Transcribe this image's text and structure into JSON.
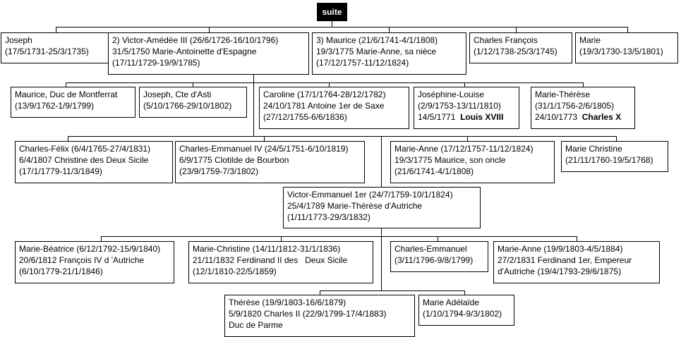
{
  "header": {
    "label": "suite"
  },
  "boxes": {
    "joseph": {
      "lines": [
        "Joseph",
        "(17/5/1731-25/3/1735)"
      ]
    },
    "victor_amedee_iii": {
      "lines": [
        "2) Victor-Amédée III (26/6/1726-16/10/1796)",
        "31/5/1750 Marie-Antoinette d'Espagne",
        "(17/11/1729-19/9/1785)"
      ]
    },
    "maurice_3": {
      "lines": [
        "3) Maurice (21/6/1741-4/1/1808)",
        "19/3/1775 Marie-Anne, sa nièce",
        "(17/12/1757-11/12/1824)"
      ]
    },
    "charles_francois": {
      "lines": [
        "Charles François",
        "(1/12/1738-25/3/1745)"
      ]
    },
    "marie_1730": {
      "lines": [
        "Marie",
        "(19/3/1730-13/5/1801)"
      ]
    },
    "maurice_montferrat": {
      "lines": [
        "Maurice, Duc de Montferrat",
        "(13/9/1762-1/9/1799)"
      ]
    },
    "joseph_asti": {
      "lines": [
        "Joseph, Cte d'Asti",
        "(5/10/1766-29/10/1802)"
      ]
    },
    "caroline": {
      "lines": [
        "Caroline (17/1/1764-28/12/1782)",
        "24/10/1781 Antoine 1er de Saxe",
        "(27/12/1755-6/6/1836)"
      ]
    },
    "josephine_louise": {
      "lines": [
        "Joséphine-Louise",
        "(2/9/1753-13/11/1810)"
      ],
      "marriage_date": "14/5/1771",
      "spouse": "Louis XVIII"
    },
    "marie_therese_1756": {
      "lines": [
        "Marie-Thérèse",
        "(31/1/1756-2/6/1805)"
      ],
      "marriage_date": "24/10/1773",
      "spouse": "Charles X"
    },
    "charles_felix": {
      "lines": [
        "Charles-Félix (6/4/1765-27/4/1831)",
        "6/4/1807 Christine des Deux Sicile",
        "(17/1/1779-11/3/1849)"
      ]
    },
    "charles_emmanuel_iv": {
      "lines": [
        "Charles-Emmanuel IV (24/5/1751-6/10/1819)",
        "6/9/1775 Clotilde de Bourbon",
        "(23/9/1759-7/3/1802)"
      ]
    },
    "marie_anne_1757": {
      "lines": [
        "Marie-Anne (17/12/1757-11/12/1824)",
        "19/3/1775 Maurice, son oncle",
        "(21/6/1741-4/1/1808)"
      ]
    },
    "marie_christine_1760": {
      "lines": [
        "Marie Christine",
        "(21/11/1760-19/5/1768)"
      ]
    },
    "victor_emmanuel_1er": {
      "lines": [
        "Victor-Emmanuel 1er (24/7/1759-10/1/1824)",
        "25/4/1789 Marie-Thérèse d'Autriche",
        "(1/11/1773-29/3/1832)"
      ]
    },
    "marie_beatrice": {
      "lines": [
        "Marie-Béatrice (6/12/1792-15/9/1840)",
        "20/6/1812 François IV d 'Autriche",
        "(6/10/1779-21/1/1846)"
      ]
    },
    "marie_christine_1812": {
      "lines": [
        "Marie-Christine (14/11/1812-31/1/1836)",
        "21/11/1832 Ferdinand II des   Deux Sicile",
        "(12/1/1810-22/5/1859)"
      ]
    },
    "charles_emmanuel_1796": {
      "lines": [
        "Charles-Emmanuel",
        "(3/11/1796-9/8/1799)"
      ]
    },
    "marie_anne_1803": {
      "lines": [
        "Marie-Anne (19/9/1803-4/5/1884)",
        "27/2/1831 Ferdinand 1er, Empereur",
        "d'Autriche (19/4/1793-29/6/1875)"
      ]
    },
    "therese_1803": {
      "lines": [
        "Thérèse (19/9/1803-16/6/1879)",
        "5/9/1820 Charles II (22/9/1799-17/4/1883)",
        "Duc de Parme"
      ]
    },
    "marie_adelaide": {
      "lines": [
        "Marie Adélaïde",
        "(1/10/1794-9/3/1802)"
      ]
    }
  },
  "colors": {
    "line": "#000000",
    "box_border": "#000000",
    "header_bg": "#000000",
    "header_text": "#ffffff"
  }
}
